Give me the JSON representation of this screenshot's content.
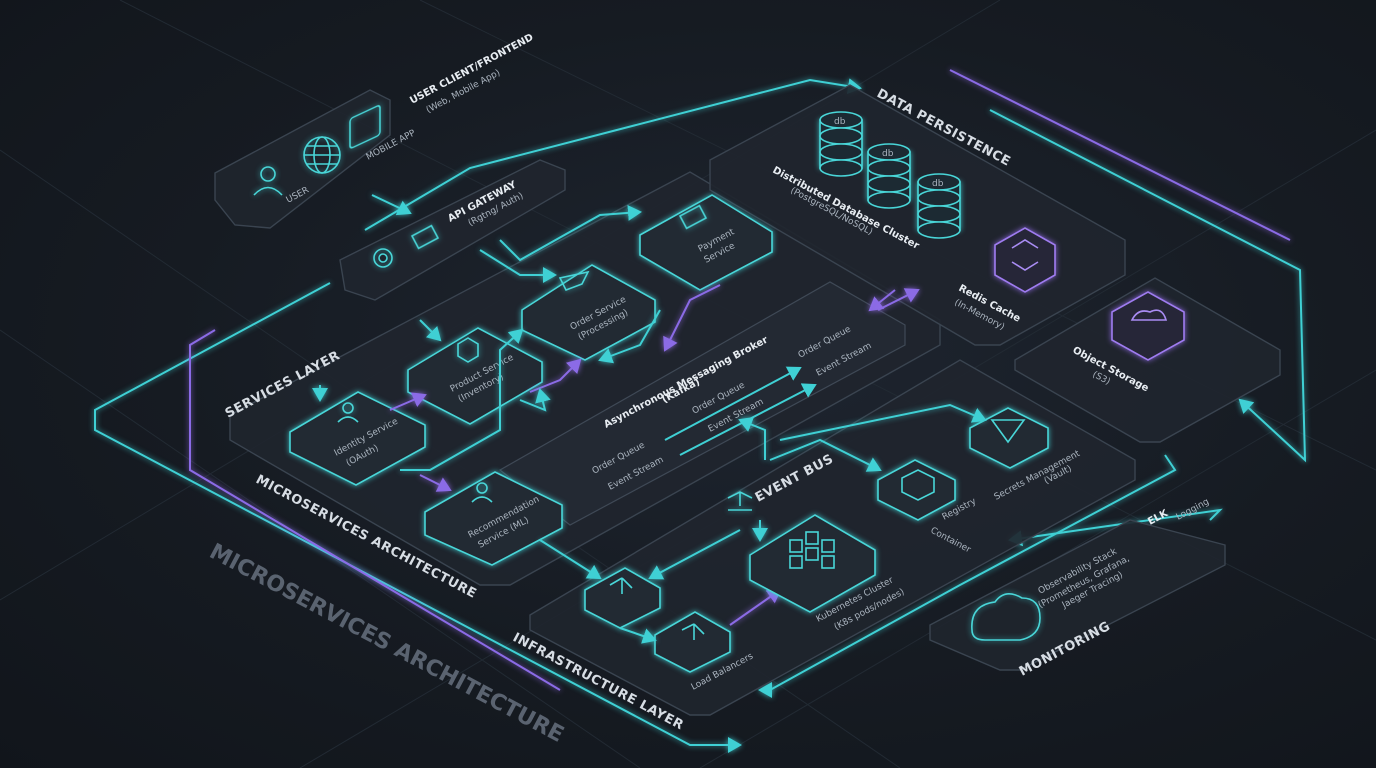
{
  "title": "MICROSERVICES ARCHITECTURE",
  "layers": {
    "client": "USER CLIENT/FRONTEND",
    "client_sub": "(Web, Mobile App)",
    "data": "DATA PERSISTENCE",
    "services": "SERVICES LAYER",
    "microservices": "MICROSERVICES ARCHITECTURE",
    "infrastructure": "INFRASTRUCTURE LAYER",
    "monitoring": "MONITORING"
  },
  "client": {
    "user": "USER",
    "mobile": "MOBILE APP"
  },
  "gateway": {
    "label": "API GATEWAY",
    "sub": "(Rgtng/ Auth)"
  },
  "services": {
    "payment": [
      "Payment",
      "Service"
    ],
    "order": [
      "Order Service",
      "(Processing)"
    ],
    "product": [
      "Product Service",
      "(Inventory)"
    ],
    "identity": [
      "Identity Service",
      "(OAuth)"
    ],
    "recommendation": [
      "Recommendation",
      "Service (ML)"
    ]
  },
  "broker": {
    "title": "Asynchronous Messaging Broker",
    "sub": "(Kafka)",
    "queues": [
      "Order Queue",
      "Event Stream",
      "Order Queue",
      "Event Stream",
      "Order Queue",
      "Event Stream"
    ]
  },
  "data": {
    "db": "db",
    "cluster": "Distributed Database Cluster",
    "cluster_sub": "(PostgreSQL/NoSQL)",
    "redis": "Redis Cache",
    "redis_sub": "(In-Memory)",
    "object": "Object Storage",
    "object_sub": "(S3)"
  },
  "infra": {
    "event_bus": "EVENT BUS",
    "k8s": "Kubernetes Cluster",
    "k8s_sub": "(K8s pods/nodes)",
    "registry": [
      "Container",
      "Registry"
    ],
    "secrets": "Secrets Management",
    "secrets_sub": "(Vault)",
    "lb": "Load Balancers"
  },
  "monitoring": {
    "elk": "ELK",
    "logging": "Logging",
    "stack": "Observability Stack",
    "stack_sub1": "(Prometheus, Grafana,",
    "stack_sub2": "Jaeger Tracing)"
  },
  "colors": {
    "cyan": "#3fd0d4",
    "purple": "#8b6be6",
    "background": "#161b22"
  }
}
